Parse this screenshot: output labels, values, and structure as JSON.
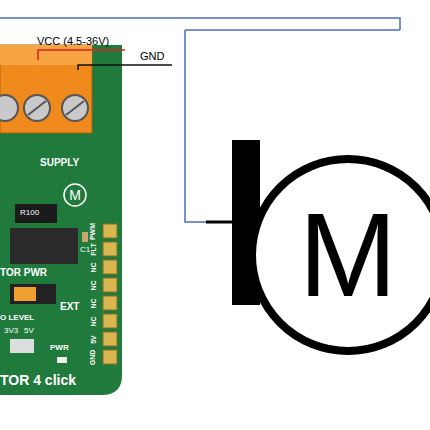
{
  "diagram": {
    "nodes": [
      {
        "text": [
          "M"
        ]
      },
      {
        "text": [
          "M"
        ]
      }
    ],
    "labels": [
      "VCC (4.5-36V)",
      "GND",
      "SUPPLY",
      "R100",
      "C1",
      "TOR PWR",
      "EXT",
      "O LEVEL",
      "3V3",
      "5V",
      "PWR",
      "TOR 4 click",
      "PWM",
      "FLT",
      "NC",
      "NC",
      "NC",
      "NC",
      "5V",
      "GND"
    ]
  }
}
